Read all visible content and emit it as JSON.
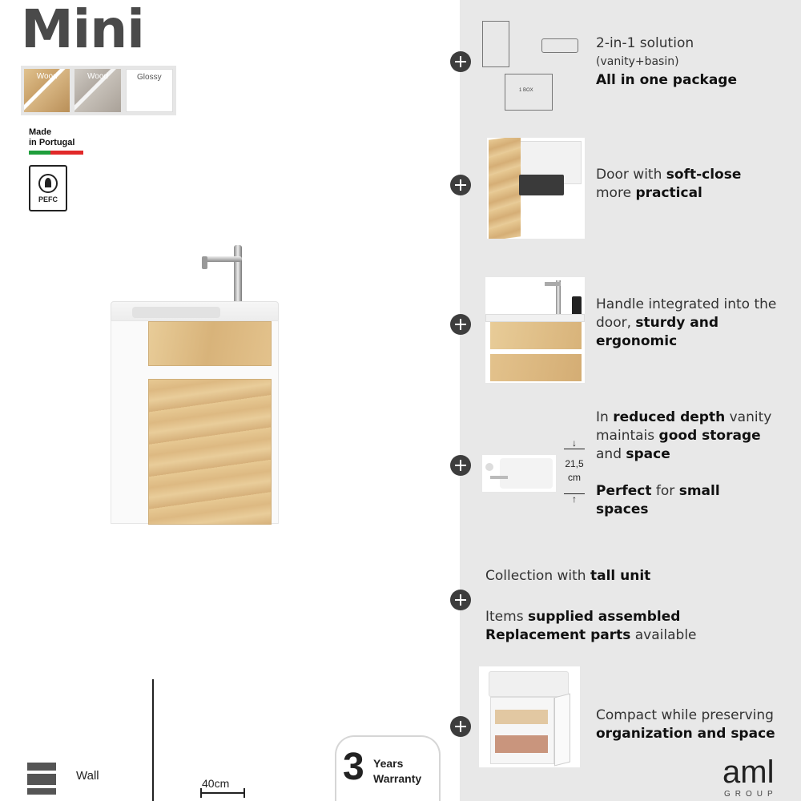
{
  "product": {
    "title": "Mini",
    "swatches": [
      {
        "label": "Wood",
        "color": "#d7b582"
      },
      {
        "label": "Wood",
        "color": "#bdb6ae"
      },
      {
        "label": "Glossy",
        "color": "#ffffff"
      }
    ],
    "made_in_line1": "Made",
    "made_in_line2": "in Portugal",
    "flag_colors": [
      "#1f9e3c",
      "#1f9e3c",
      "#e12929",
      "#e12929",
      "#e12929"
    ],
    "cert_label": "PEFC"
  },
  "bottom": {
    "mount_label": "Wall",
    "width_label": "40cm",
    "warranty_number": "3",
    "warranty_line1": "Years",
    "warranty_line2": "Warranty"
  },
  "features": {
    "f1": {
      "line1": "2-in-1 solution",
      "line2": "(vanity+basin)",
      "line3": "All in one package",
      "box_label": "1 BOX"
    },
    "f2": {
      "pre": "Door with ",
      "bold1": "soft-close",
      "pre2": "more ",
      "bold2": "practical"
    },
    "f3": {
      "line1": "Handle integrated into the",
      "pre2": "door, ",
      "bold2": "sturdy and",
      "bold3": "ergonomic"
    },
    "f4": {
      "pre1": "In ",
      "bold1": "reduced depth",
      "post1": " vanity",
      "pre2": "maintais ",
      "bold2": "good storage",
      "pre3": "and ",
      "bold3": "space",
      "bold4": "Perfect",
      "post4": " for ",
      "bold4b": "small",
      "bold5": "spaces",
      "depth_value": "21,5",
      "depth_unit": "cm"
    },
    "f5": {
      "pre1": "Collection with ",
      "bold1": "tall unit",
      "pre2": "Items ",
      "bold2": "supplied assembled",
      "bold3": "Replacement parts",
      "post3": " available"
    },
    "f6": {
      "line1": "Compact while preserving",
      "bold2": "organization and space"
    }
  },
  "brand": {
    "name": "aml",
    "sub": "GROUP"
  },
  "colors": {
    "panel": "#e8e8e8",
    "plus": "#3d3d3d",
    "oak": "#ddb982"
  }
}
